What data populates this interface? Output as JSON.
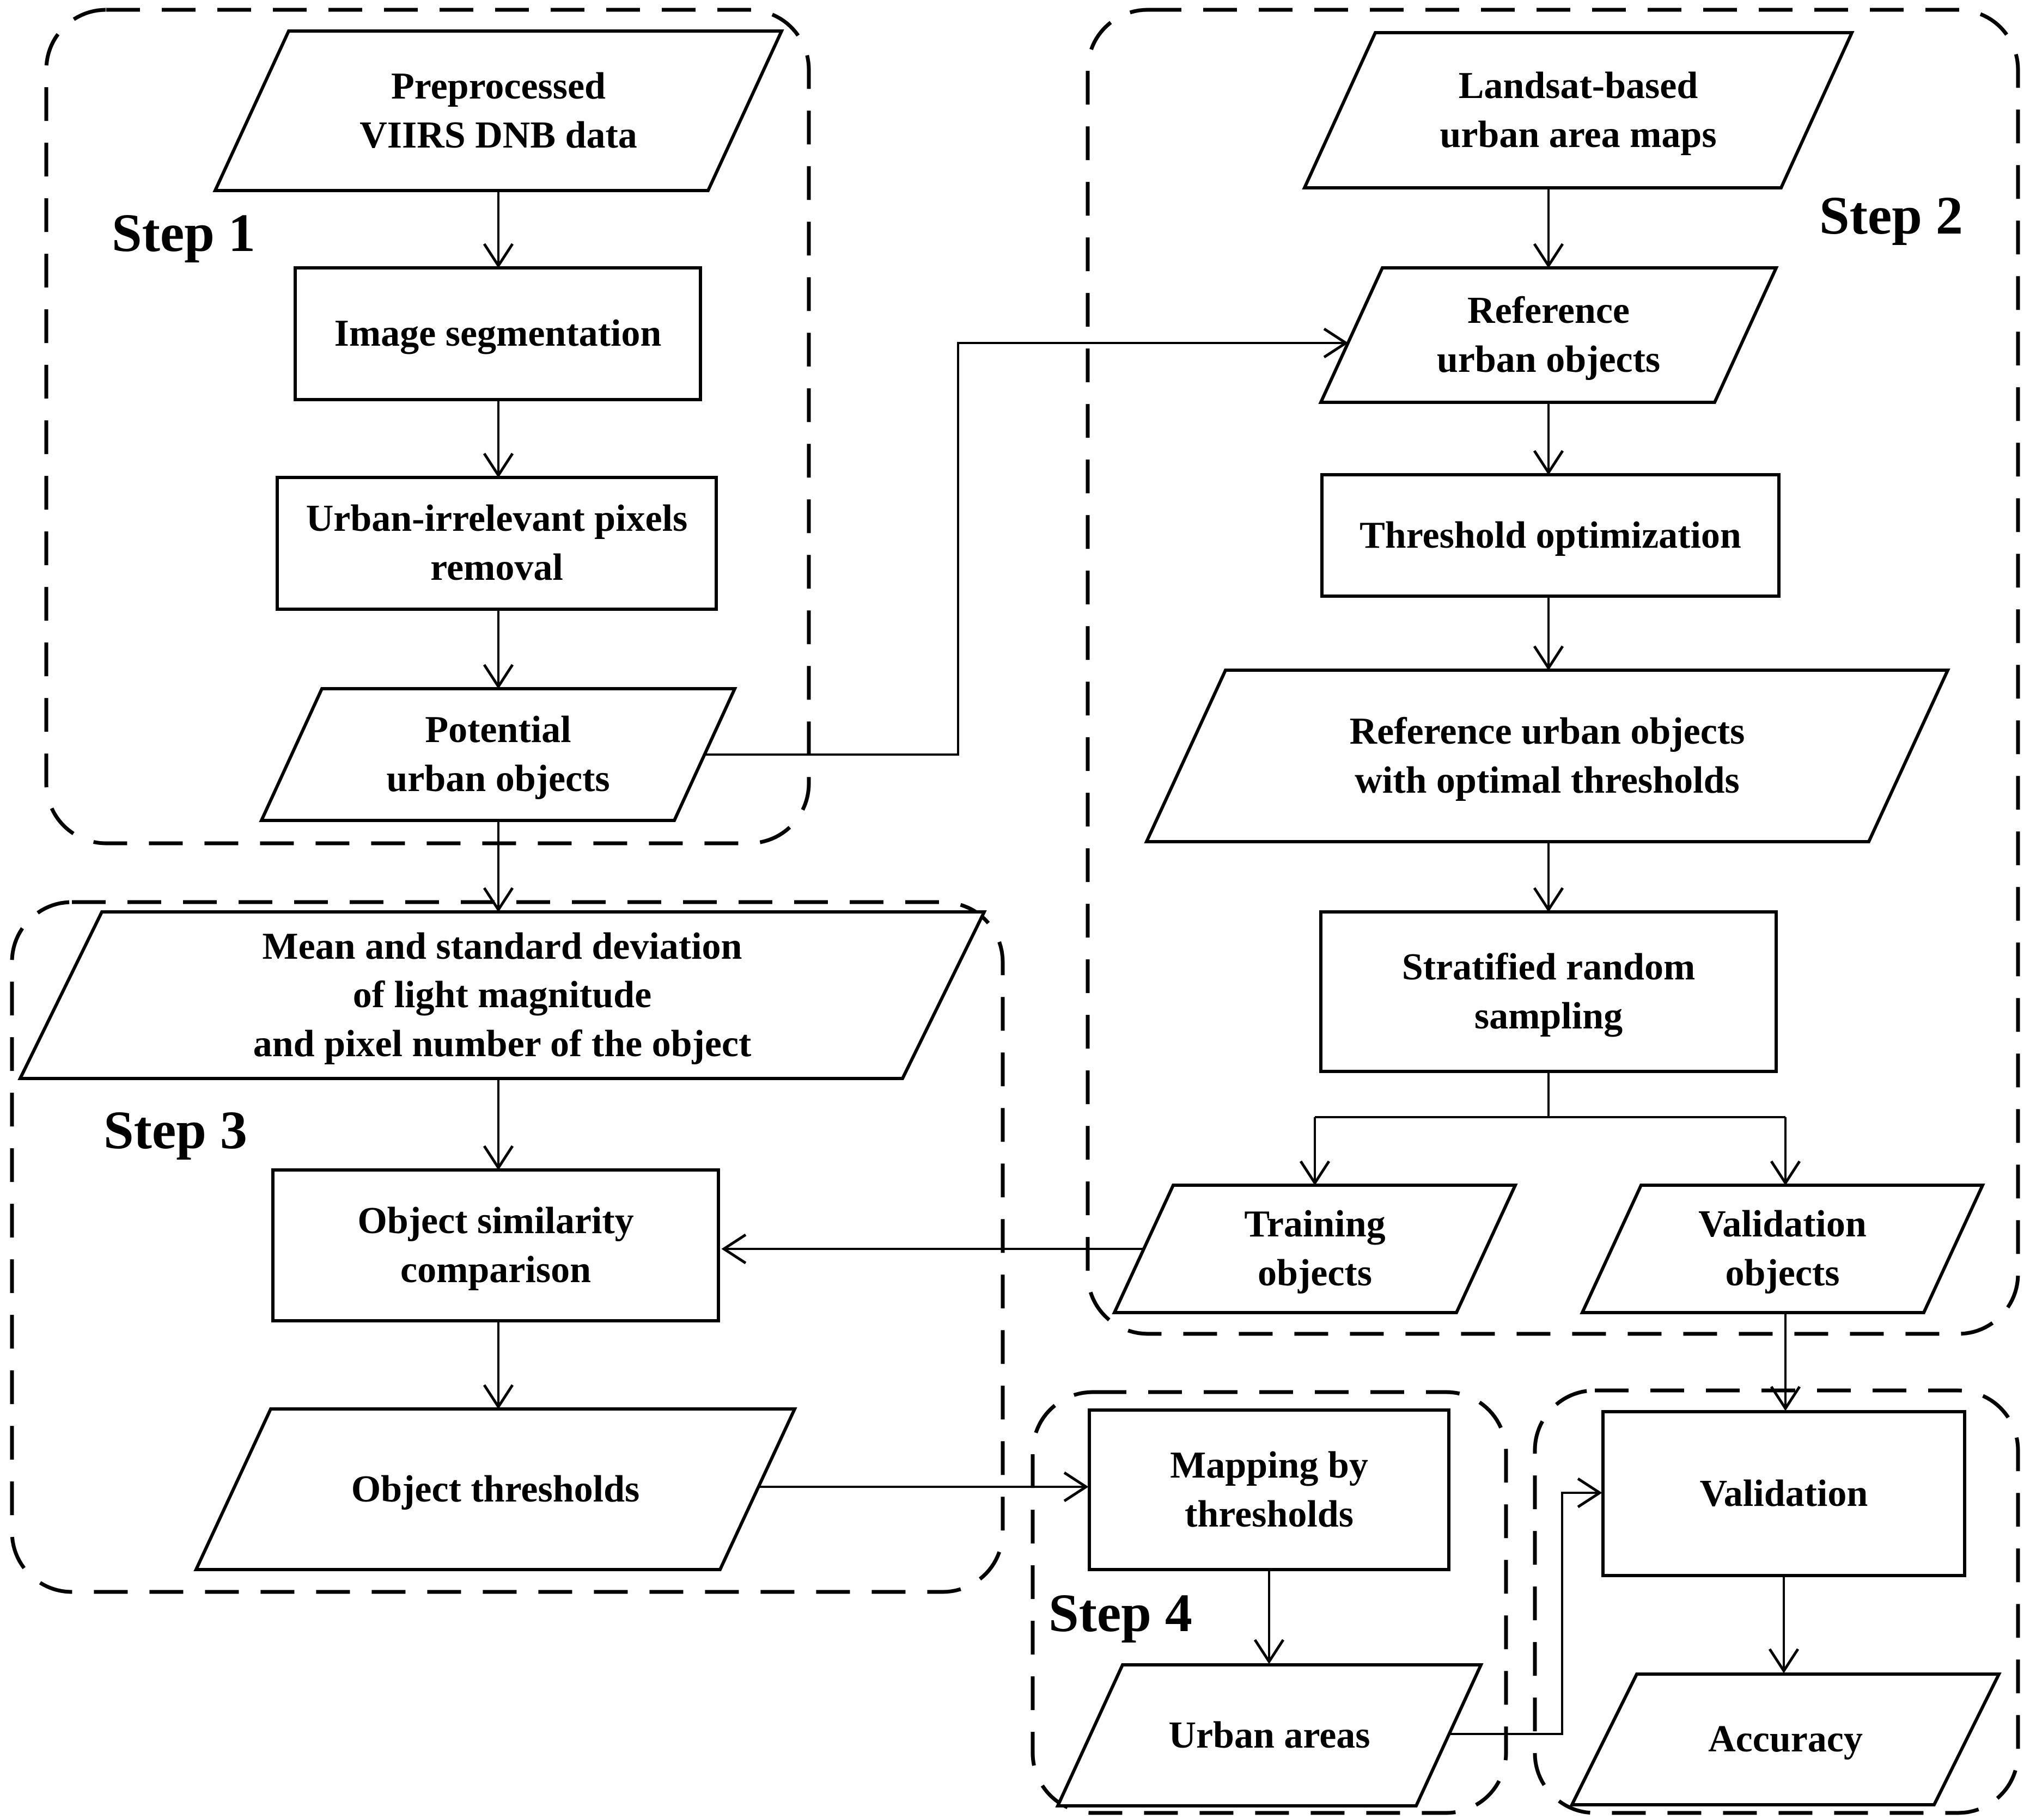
{
  "diagram": {
    "colors": {
      "line": "#000000",
      "background": "#ffffff"
    },
    "steps": {
      "step1": "Step 1",
      "step2": "Step 2",
      "step3": "Step 3",
      "step4": "Step 4"
    },
    "nodes": {
      "p_viirs": {
        "shape": "parallelogram",
        "label": "Preprocessed\nVIIRS DNB data"
      },
      "r_imgseg": {
        "shape": "rectangle",
        "label": "Image segmentation"
      },
      "r_removal": {
        "shape": "rectangle",
        "label": "Urban-irrelevant pixels\nremoval"
      },
      "p_potential": {
        "shape": "parallelogram",
        "label": "Potential\nurban objects"
      },
      "p_landsat": {
        "shape": "parallelogram",
        "label": "Landsat-based\nurban area maps"
      },
      "p_reference": {
        "shape": "parallelogram",
        "label": "Reference\nurban objects"
      },
      "r_threshopt": {
        "shape": "rectangle",
        "label": "Threshold optimization"
      },
      "p_ruowot": {
        "shape": "parallelogram",
        "label": "Reference urban objects\nwith optimal thresholds"
      },
      "r_sampling": {
        "shape": "rectangle",
        "label": "Stratified random\nsampling"
      },
      "p_training": {
        "shape": "parallelogram",
        "label": "Training\nobjects"
      },
      "p_validobj": {
        "shape": "parallelogram",
        "label": "Validation\nobjects"
      },
      "p_meanstd": {
        "shape": "parallelogram",
        "label": "Mean and standard deviation\nof light magnitude\nand pixel number of the object"
      },
      "r_objsim": {
        "shape": "rectangle",
        "label": "Object similarity\ncomparison"
      },
      "p_objthresh": {
        "shape": "parallelogram",
        "label": "Object thresholds"
      },
      "r_mapping": {
        "shape": "rectangle",
        "label": "Mapping by\nthresholds"
      },
      "p_urban": {
        "shape": "parallelogram",
        "label": "Urban areas"
      },
      "r_validation": {
        "shape": "rectangle",
        "label": "Validation"
      },
      "p_accuracy": {
        "shape": "parallelogram",
        "label": "Accuracy"
      }
    }
  }
}
